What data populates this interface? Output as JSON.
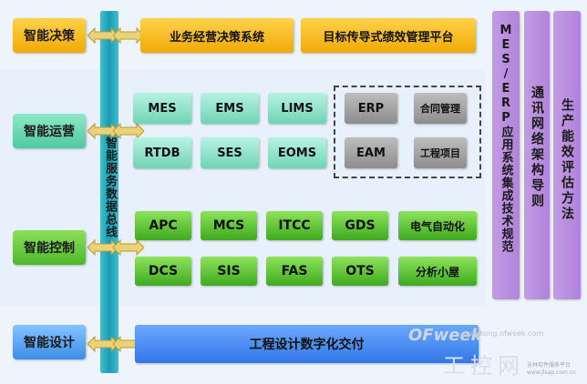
{
  "levels": {
    "decision": "智能决策",
    "operations": "智能运营",
    "control": "智能控制",
    "design": "智能设计"
  },
  "bus_label": "智能服务数据总线",
  "decision_boxes": [
    "业务经营决策系统",
    "目标传导式绩效管理平台"
  ],
  "operations_boxes": [
    "MES",
    "EMS",
    "LIMS",
    "RTDB",
    "SES",
    "EOMS"
  ],
  "enterprise_boxes": [
    "ERP",
    "合同管理",
    "EAM",
    "工程项目"
  ],
  "control_boxes": [
    "APC",
    "MCS",
    "ITCC",
    "GDS",
    "电气自动化",
    "DCS",
    "SIS",
    "FAS",
    "OTS",
    "分析小屋"
  ],
  "design_box": "工程设计数字化交付",
  "side_columns": [
    "MES/ERP应用系统集成技术规范",
    "通讯网络架构导则",
    "生产能效评估方法"
  ],
  "watermark": {
    "brand": "OFweek",
    "url": "gongkong.ofweek.com",
    "site": "工控网",
    "small_line1": "吉林软件服务平台",
    "small_line2": "www.jlsap.com.cn"
  },
  "colors": {
    "decision": "#f1a908",
    "operations": "#52c8a0",
    "control": "#4cb92a",
    "design": "#3d8ee8",
    "bus": "#1b9bb2",
    "side_columns": "#b083da",
    "enterprise": "#8d8d8d"
  }
}
